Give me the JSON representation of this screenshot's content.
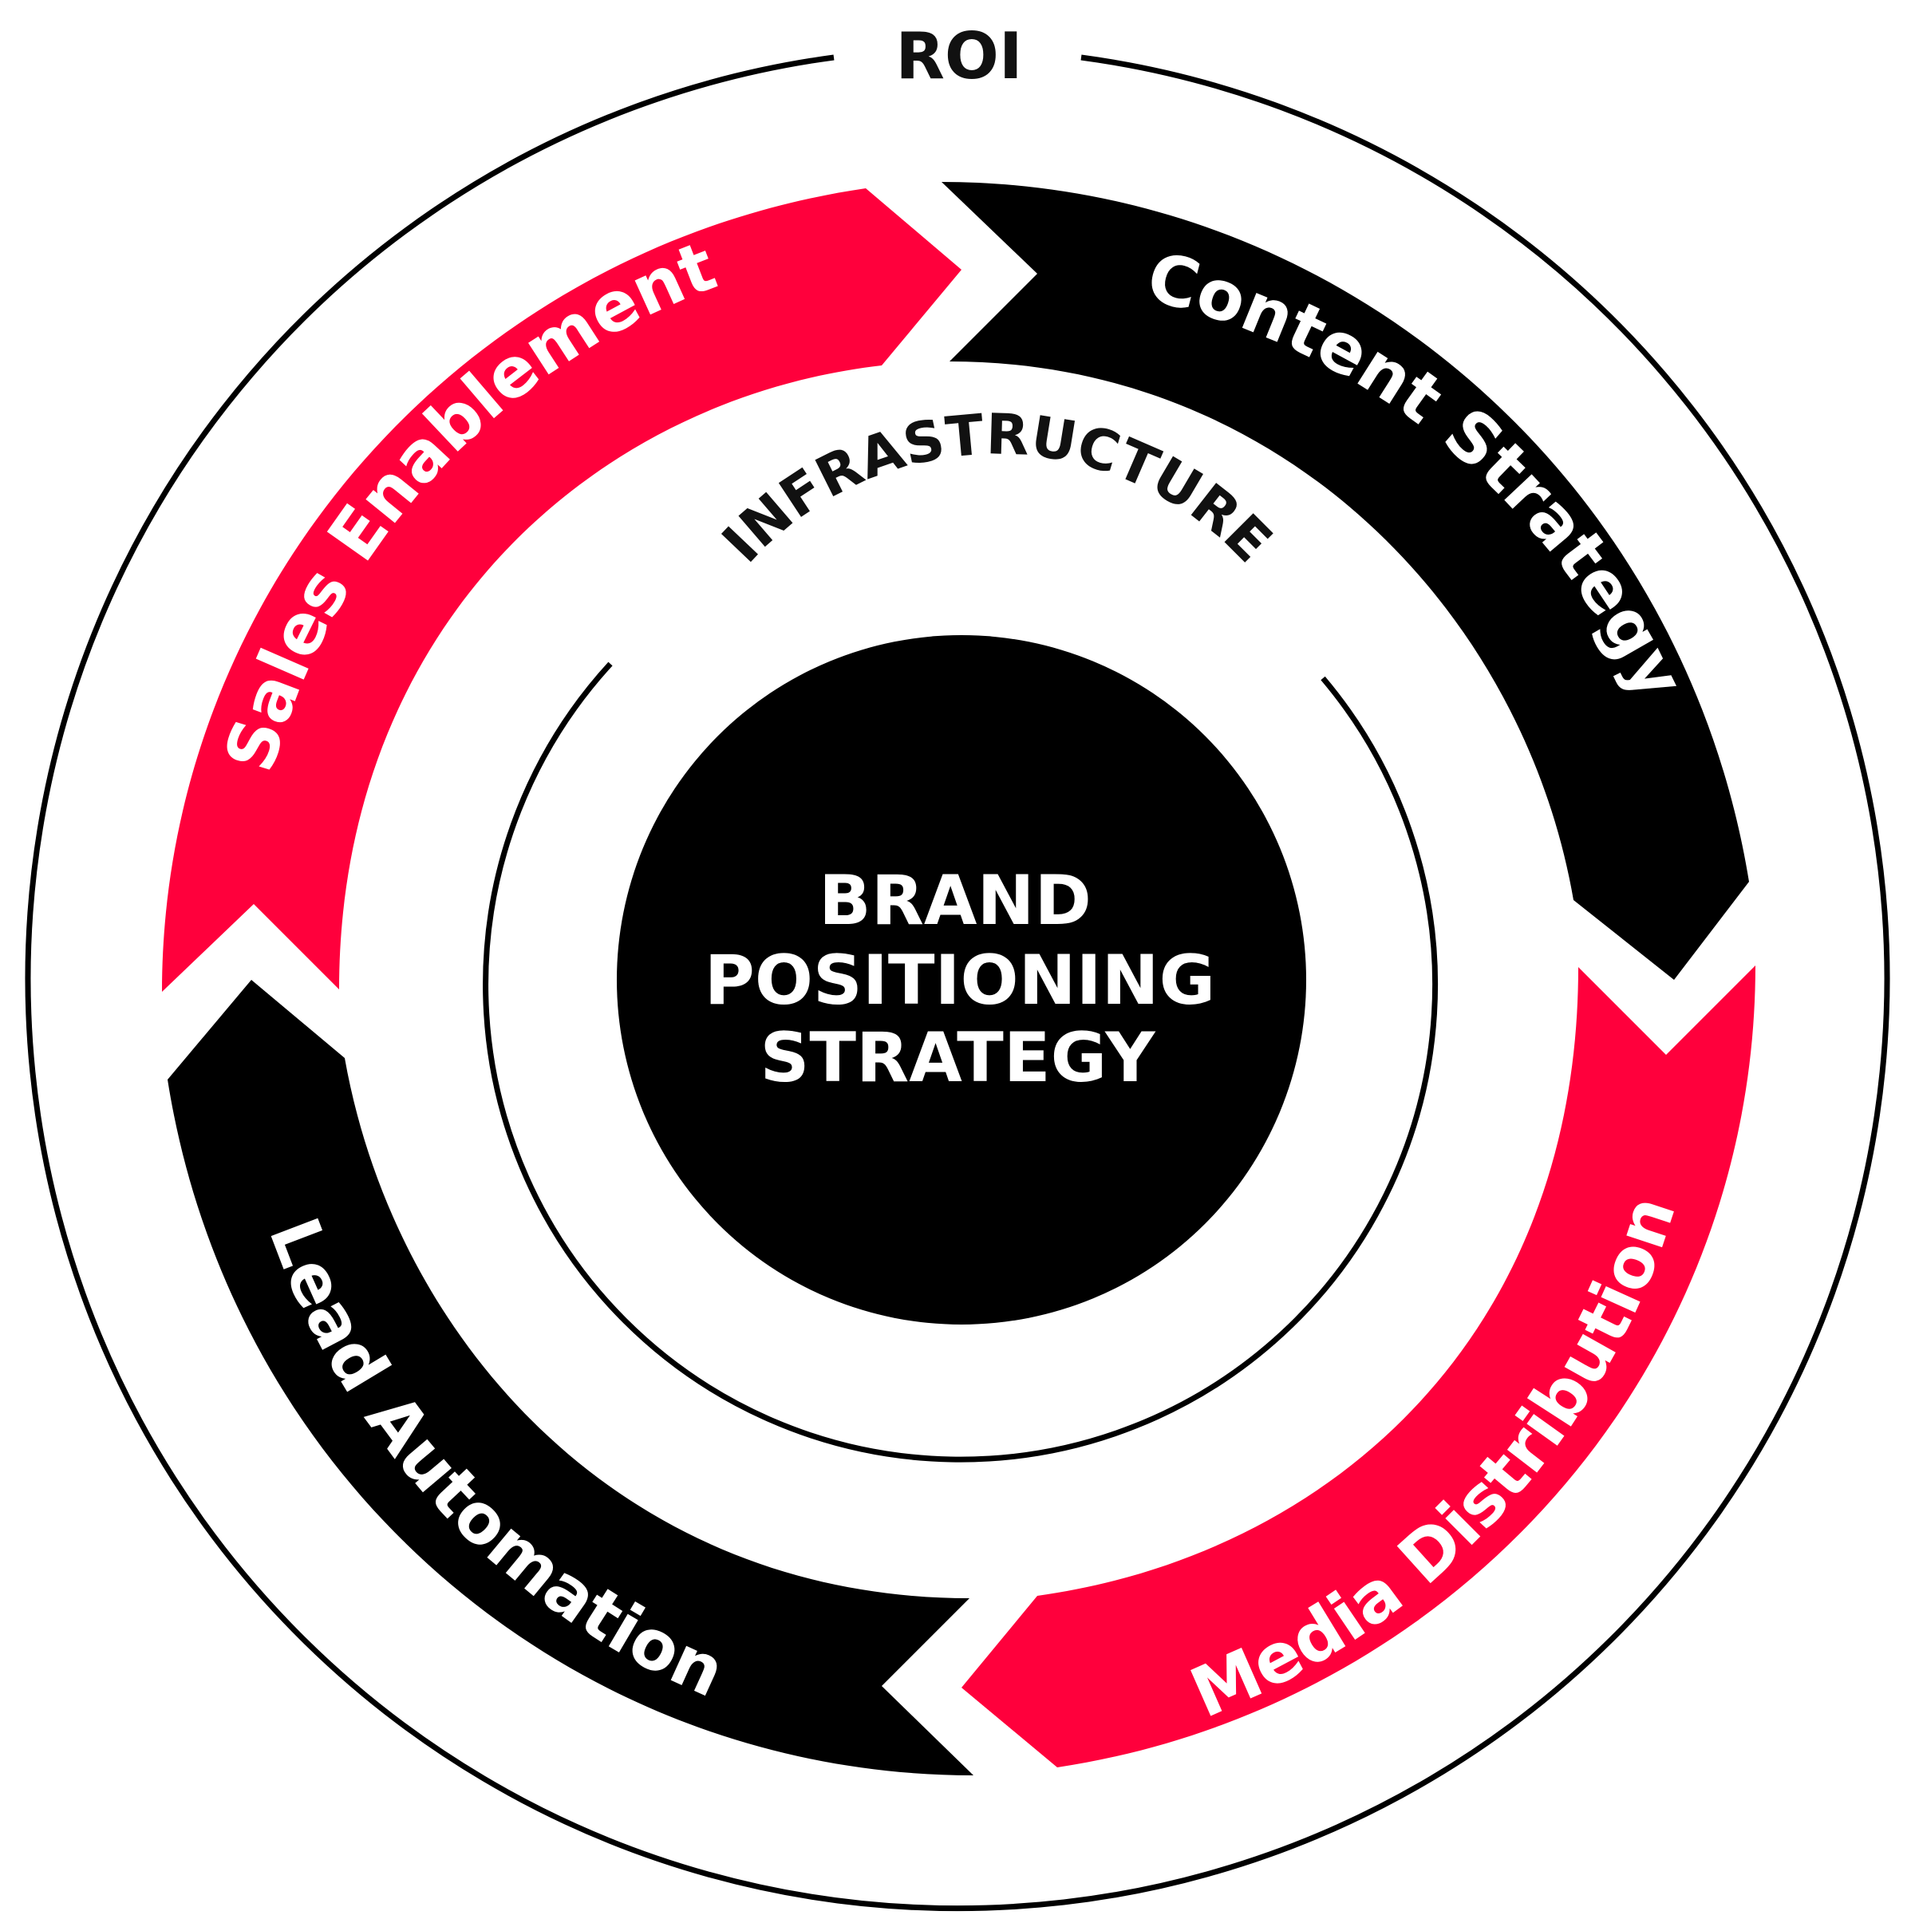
{
  "outer_ring": {
    "label": "ROI"
  },
  "inner_ring": {
    "label": "INFRASTRUCTURE"
  },
  "center": {
    "lines": [
      "BRAND",
      "POSITIONING",
      "STRATEGY"
    ]
  },
  "cycle": [
    {
      "label": "Content Strategy",
      "color": "#000000"
    },
    {
      "label": "Media Distribution",
      "color": "#ff003c"
    },
    {
      "label": "Lead Automation",
      "color": "#000000"
    },
    {
      "label": "Sales Enablement",
      "color": "#ff003c"
    }
  ],
  "colors": {
    "accent_red": "#ff003c",
    "black": "#000000",
    "background": "#ffffff"
  }
}
